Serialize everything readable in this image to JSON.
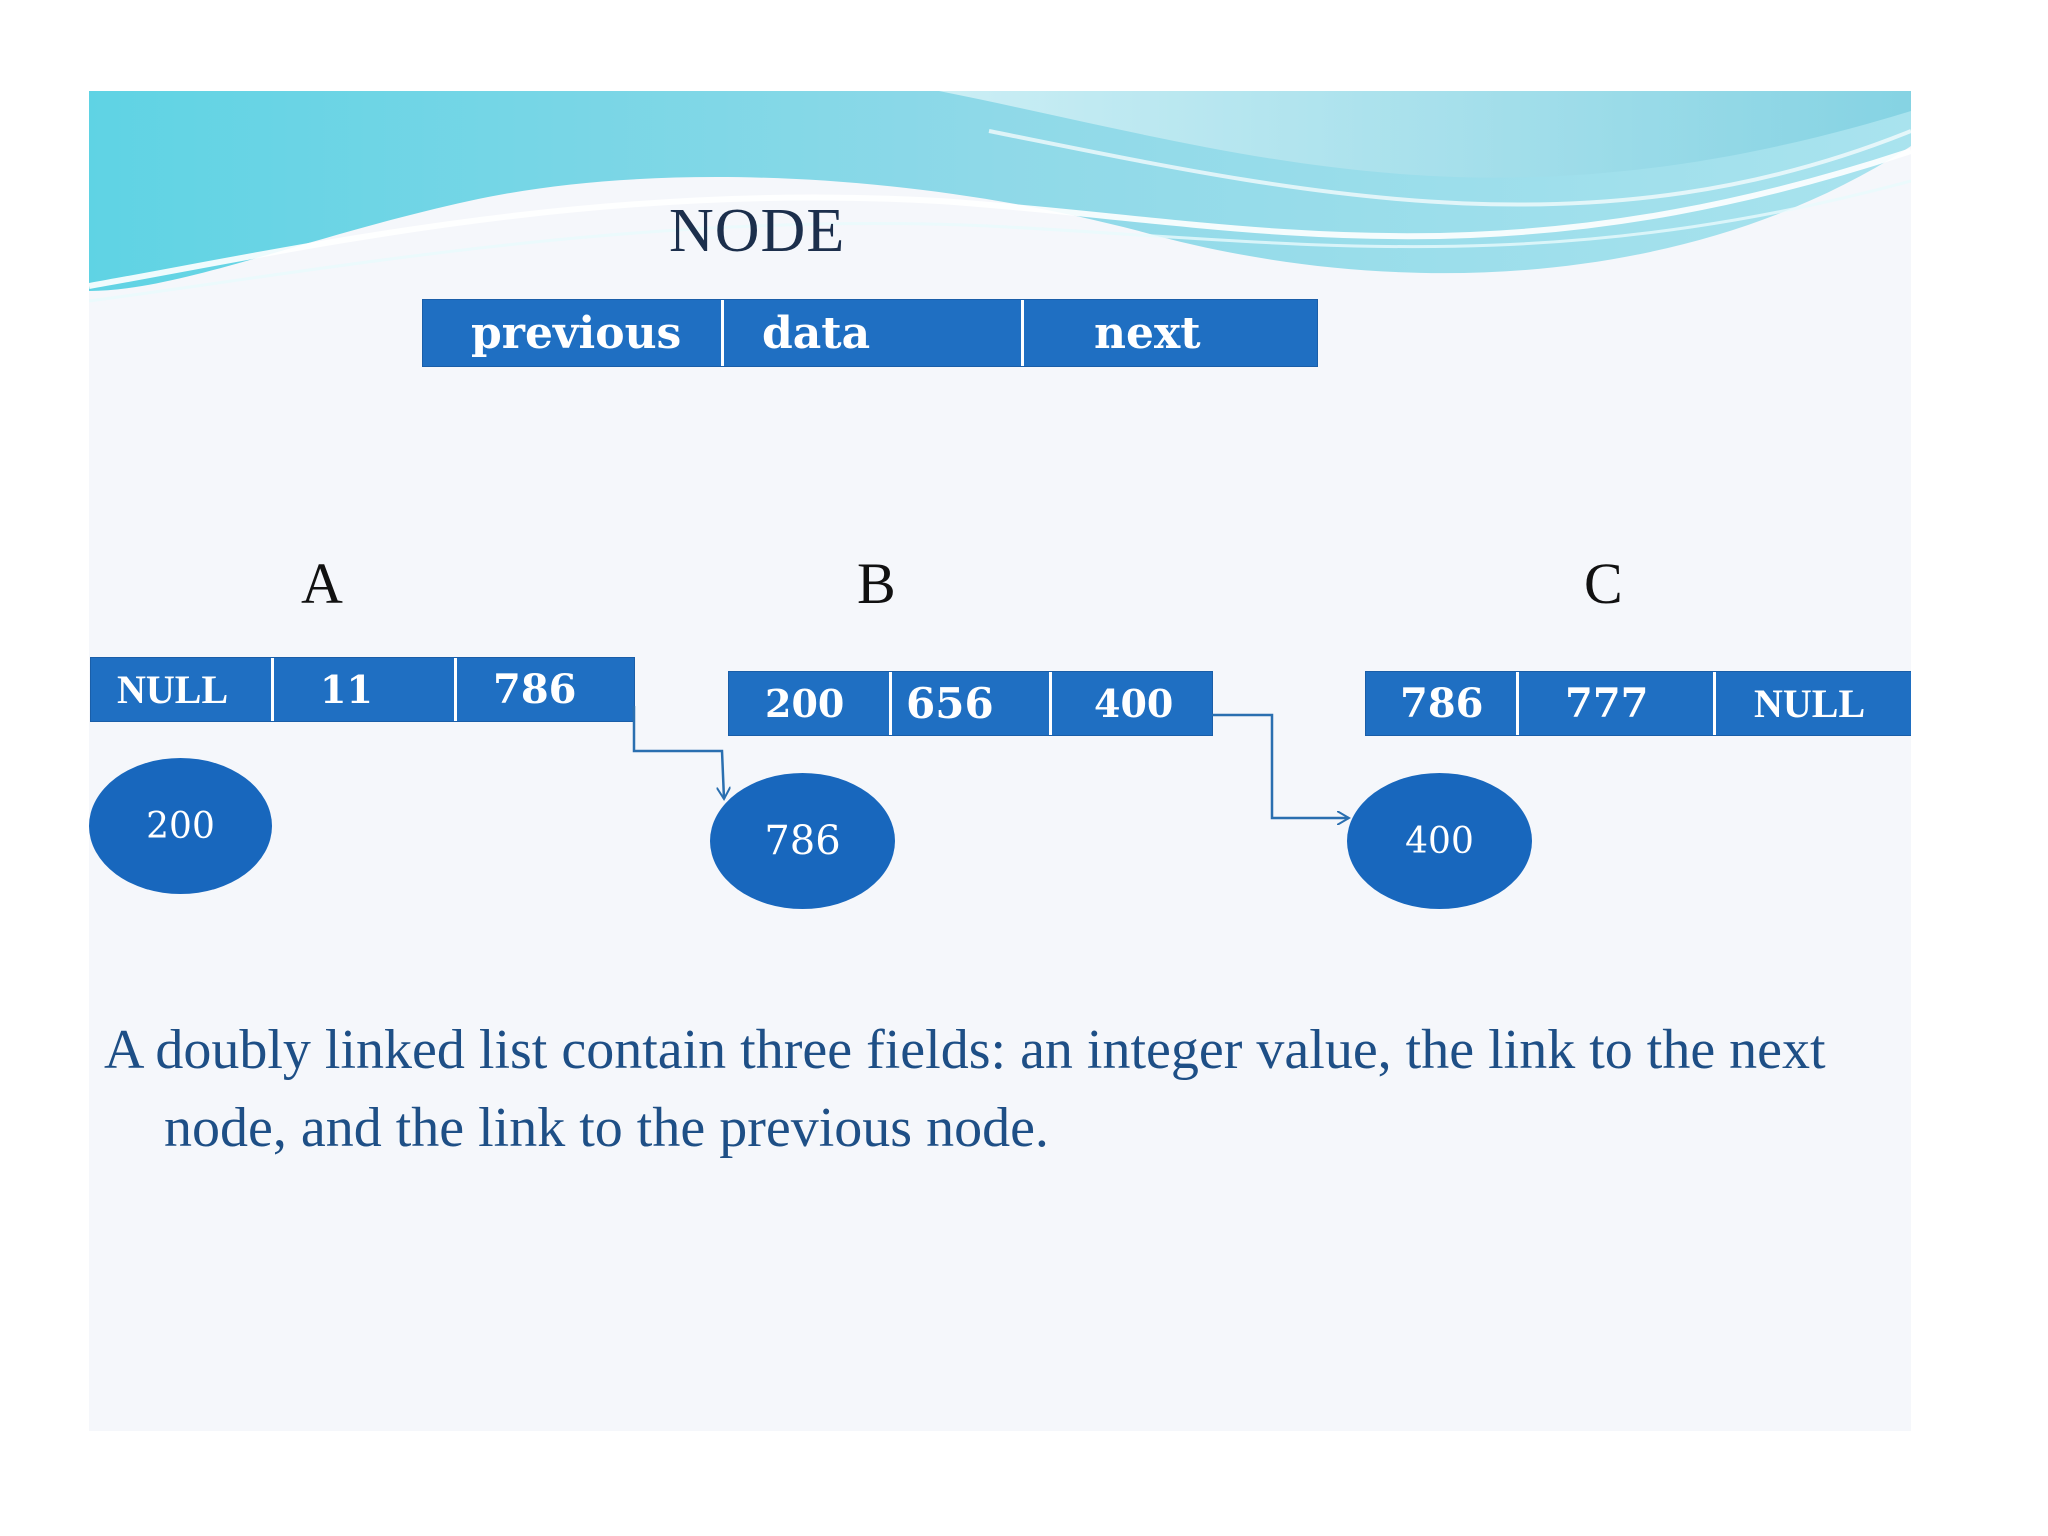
{
  "node_title": "NODE",
  "node_fields": [
    "previous",
    "data",
    "next"
  ],
  "nodes": [
    {
      "label": "A",
      "prev": "NULL",
      "data": "11",
      "next": "786",
      "address": "200"
    },
    {
      "label": "B",
      "prev": "200",
      "data": "656",
      "next": "400",
      "address": "786"
    },
    {
      "label": "C",
      "prev": "786",
      "data": "777",
      "next": "NULL",
      "address": "400"
    }
  ],
  "caption": "A doubly linked list contain three fields: an integer value, the link to the next node, and the link to the previous node.",
  "colors": {
    "box_blue": "#1f6fc2",
    "ellipse_blue": "#1867bd",
    "caption_blue": "#1e4f86",
    "arrow": "#2a6fb0"
  }
}
